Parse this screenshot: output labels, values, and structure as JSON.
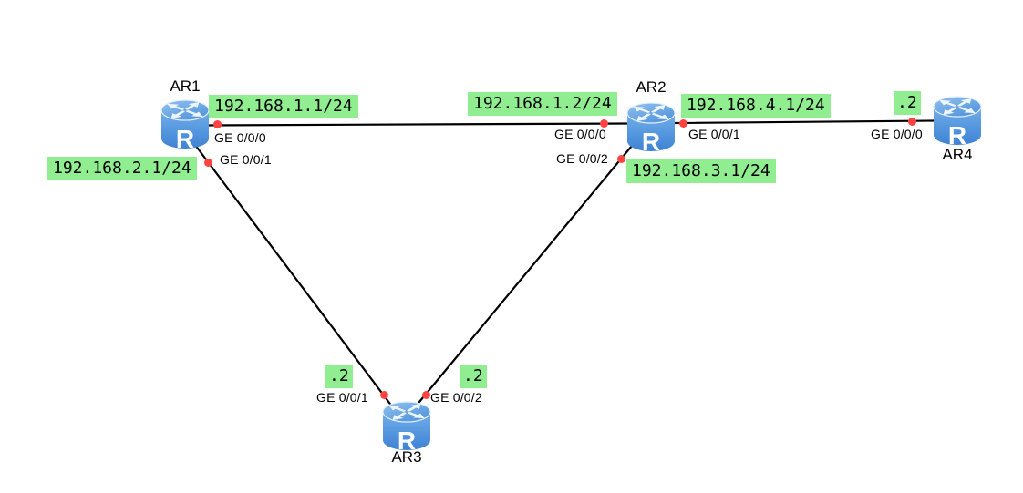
{
  "colors": {
    "label_bg": "#90ee90",
    "dot": "#ff4340",
    "link": "#000000",
    "text": "#000000",
    "router_blue": "#4a90d9"
  },
  "routers": {
    "ar1": {
      "name": "AR1"
    },
    "ar2": {
      "name": "AR2"
    },
    "ar3": {
      "name": "AR3"
    },
    "ar4": {
      "name": "AR4"
    }
  },
  "ip_labels": {
    "net1_ar1": "192.168.1.1/24",
    "net1_ar2": "192.168.1.2/24",
    "net2_ar1": "192.168.2.1/24",
    "net3_ar2": "192.168.3.1/24",
    "net4_ar2": "192.168.4.1/24",
    "net4_ar4": ".2",
    "net2_ar3": ".2",
    "net3_ar3": ".2"
  },
  "interfaces": {
    "ar1_ge_0_0_0": "GE 0/0/0",
    "ar1_ge_0_0_1": "GE 0/0/1",
    "ar2_ge_0_0_0": "GE 0/0/0",
    "ar2_ge_0_0_1": "GE 0/0/1",
    "ar2_ge_0_0_2": "GE 0/0/2",
    "ar3_ge_0_0_1": "GE 0/0/1",
    "ar3_ge_0_0_2": "GE 0/0/2",
    "ar4_ge_0_0_0": "GE 0/0/0"
  },
  "links": [
    {
      "from": "AR1",
      "from_interface": "GE 0/0/0",
      "to": "AR2",
      "to_interface": "GE 0/0/0"
    },
    {
      "from": "AR1",
      "from_interface": "GE 0/0/1",
      "to": "AR3",
      "to_interface": "GE 0/0/1"
    },
    {
      "from": "AR2",
      "from_interface": "GE 0/0/2",
      "to": "AR3",
      "to_interface": "GE 0/0/2"
    },
    {
      "from": "AR2",
      "from_interface": "GE 0/0/1",
      "to": "AR4",
      "to_interface": "GE 0/0/0"
    }
  ]
}
